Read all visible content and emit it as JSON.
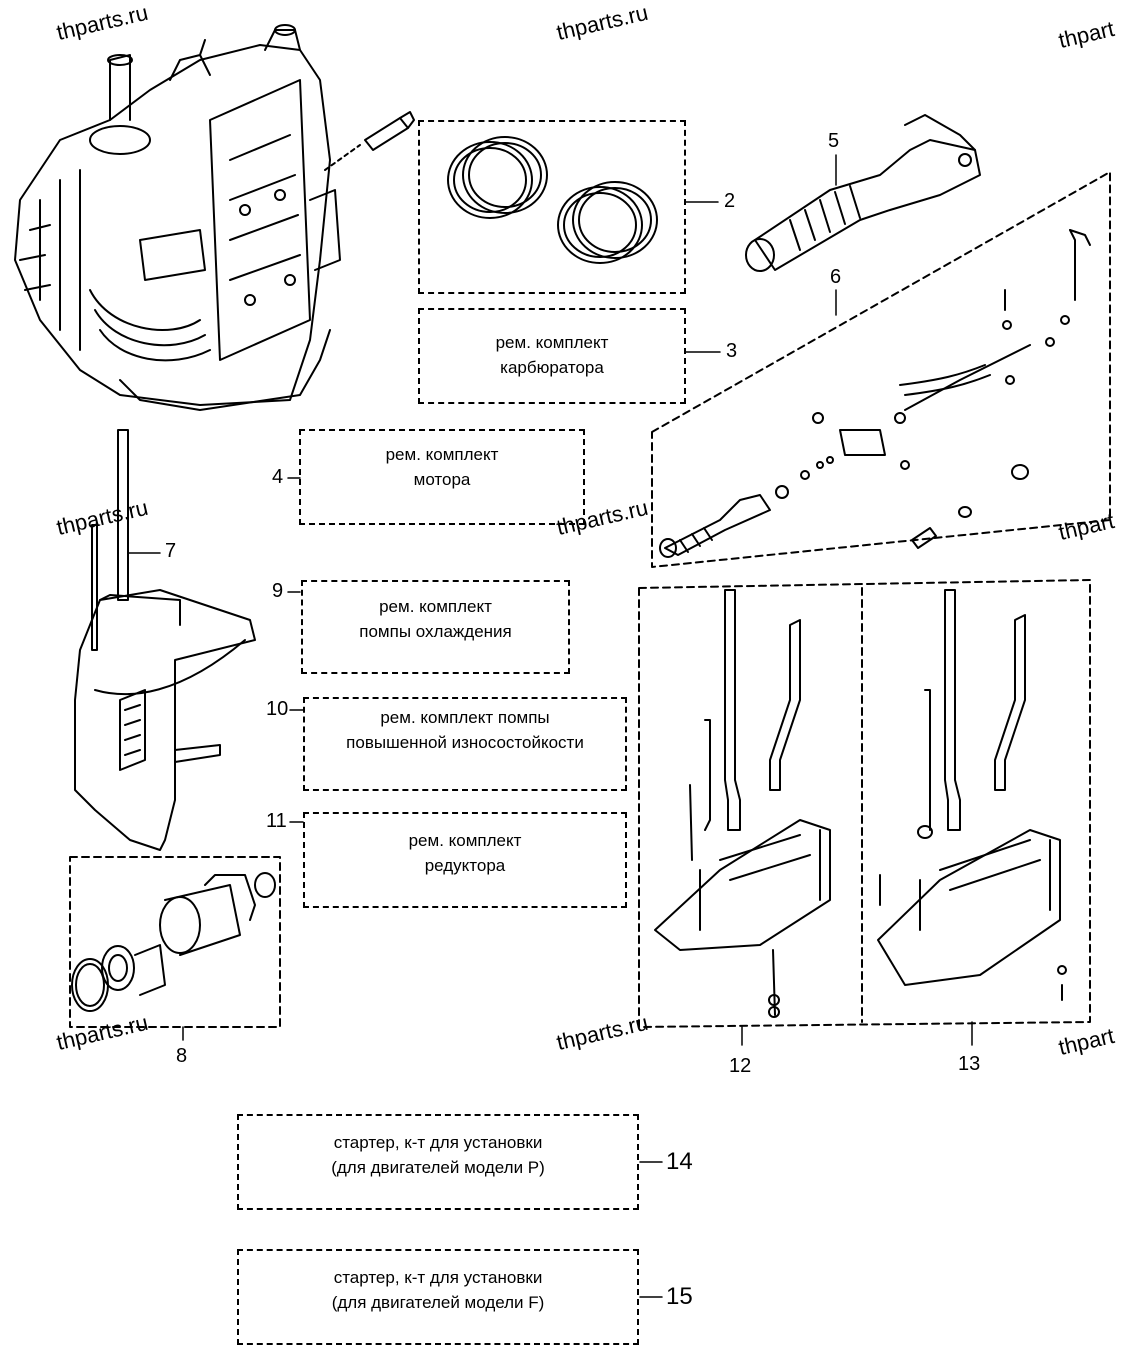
{
  "watermark": "thparts.ru",
  "watermark_cut": "thpart",
  "callouts": {
    "n2": "2",
    "n3": "3",
    "n4": "4",
    "n5": "5",
    "n6": "6",
    "n7": "7",
    "n8": "8",
    "n9": "9",
    "n10": "10",
    "n11": "11",
    "n12": "12",
    "n13": "13",
    "n14": "14",
    "n15": "15"
  },
  "kits": {
    "carb_line1": "рем. комплект",
    "carb_line2": "карбюратора",
    "motor_line1": "рем. комплект",
    "motor_line2": "мотора",
    "pump_line1": "рем. комплект",
    "pump_line2": "помпы охлаждения",
    "pumphd_line1": "рем. комплект помпы",
    "pumphd_line2": "повышенной износостойкости",
    "gear_line1": "рем. комплект",
    "gear_line2": "редуктора",
    "starterP_line1": "стартер, к-т для установки",
    "starterP_line2": "(для двигателей модели P)",
    "starterF_line1": "стартер, к-т для установки",
    "starterF_line2": "(для двигателей модели F)"
  }
}
